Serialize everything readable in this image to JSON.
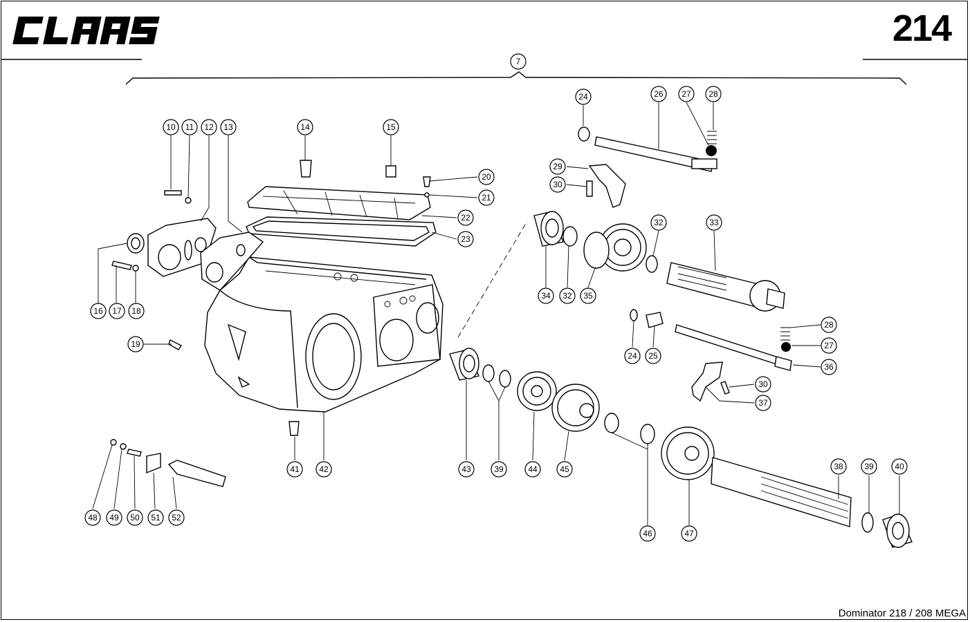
{
  "header": {
    "brand": "CLAAS",
    "page_number": "214"
  },
  "footer": {
    "model": "Dominator 218 / 208 MEGA"
  },
  "callouts": [
    {
      "id": "c7",
      "label": "7"
    },
    {
      "id": "c10",
      "label": "10"
    },
    {
      "id": "c11",
      "label": "11"
    },
    {
      "id": "c12",
      "label": "12"
    },
    {
      "id": "c13",
      "label": "13"
    },
    {
      "id": "c14",
      "label": "14"
    },
    {
      "id": "c15",
      "label": "15"
    },
    {
      "id": "c16",
      "label": "16"
    },
    {
      "id": "c17",
      "label": "17"
    },
    {
      "id": "c18",
      "label": "18"
    },
    {
      "id": "c19",
      "label": "19"
    },
    {
      "id": "c20",
      "label": "20"
    },
    {
      "id": "c21",
      "label": "21"
    },
    {
      "id": "c22",
      "label": "22"
    },
    {
      "id": "c23",
      "label": "23"
    },
    {
      "id": "c24a",
      "label": "24"
    },
    {
      "id": "c26",
      "label": "26"
    },
    {
      "id": "c27a",
      "label": "27"
    },
    {
      "id": "c28a",
      "label": "28"
    },
    {
      "id": "c29",
      "label": "29"
    },
    {
      "id": "c30a",
      "label": "30"
    },
    {
      "id": "c32a",
      "label": "32"
    },
    {
      "id": "c33",
      "label": "33"
    },
    {
      "id": "c34",
      "label": "34"
    },
    {
      "id": "c32b",
      "label": "32"
    },
    {
      "id": "c35",
      "label": "35"
    },
    {
      "id": "c28b",
      "label": "28"
    },
    {
      "id": "c27b",
      "label": "27"
    },
    {
      "id": "c36",
      "label": "36"
    },
    {
      "id": "c24b",
      "label": "24"
    },
    {
      "id": "c25",
      "label": "25"
    },
    {
      "id": "c30b",
      "label": "30"
    },
    {
      "id": "c37",
      "label": "37"
    },
    {
      "id": "c41",
      "label": "41"
    },
    {
      "id": "c42",
      "label": "42"
    },
    {
      "id": "c43",
      "label": "43"
    },
    {
      "id": "c39a",
      "label": "39"
    },
    {
      "id": "c44",
      "label": "44"
    },
    {
      "id": "c45",
      "label": "45"
    },
    {
      "id": "c46",
      "label": "46"
    },
    {
      "id": "c47",
      "label": "47"
    },
    {
      "id": "c38",
      "label": "38"
    },
    {
      "id": "c39b",
      "label": "39"
    },
    {
      "id": "c40",
      "label": "40"
    },
    {
      "id": "c48",
      "label": "48"
    },
    {
      "id": "c49",
      "label": "49"
    },
    {
      "id": "c50",
      "label": "50"
    },
    {
      "id": "c51",
      "label": "51"
    },
    {
      "id": "c52",
      "label": "52"
    }
  ]
}
